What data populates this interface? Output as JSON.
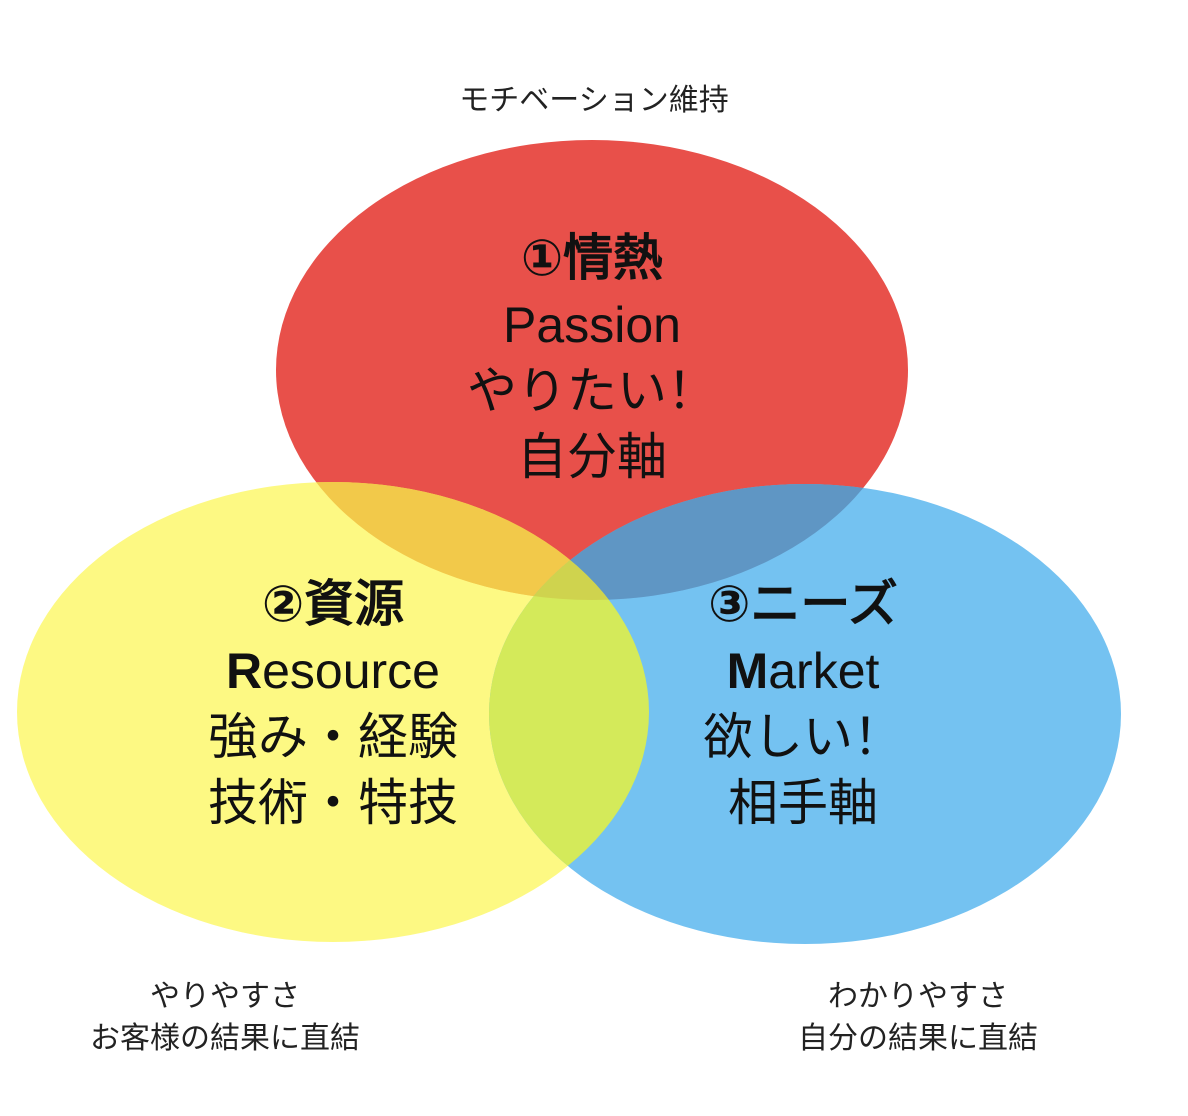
{
  "colors": {
    "passion": "#e8504a",
    "resource": "#fdf864",
    "market": "#6dbff0"
  },
  "top_caption": "モチベーション維持",
  "passion": {
    "heading": "①情熱",
    "english": "Passion",
    "line1": "やりたい！",
    "line2": "自分軸"
  },
  "resource": {
    "heading": "②資源",
    "english_initial": "R",
    "english_rest": "esource",
    "line1": "強み・経験",
    "line2": "技術・特技"
  },
  "market": {
    "heading": "③ニーズ",
    "english_initial": "M",
    "english_rest": "arket",
    "line1": "欲しい！",
    "line2": "相手軸"
  },
  "bottom_left_caption": {
    "line1": "やりやすさ",
    "line2": "お客様の結果に直結"
  },
  "bottom_right_caption": {
    "line1": "わかりやすさ",
    "line2": "自分の結果に直結"
  }
}
